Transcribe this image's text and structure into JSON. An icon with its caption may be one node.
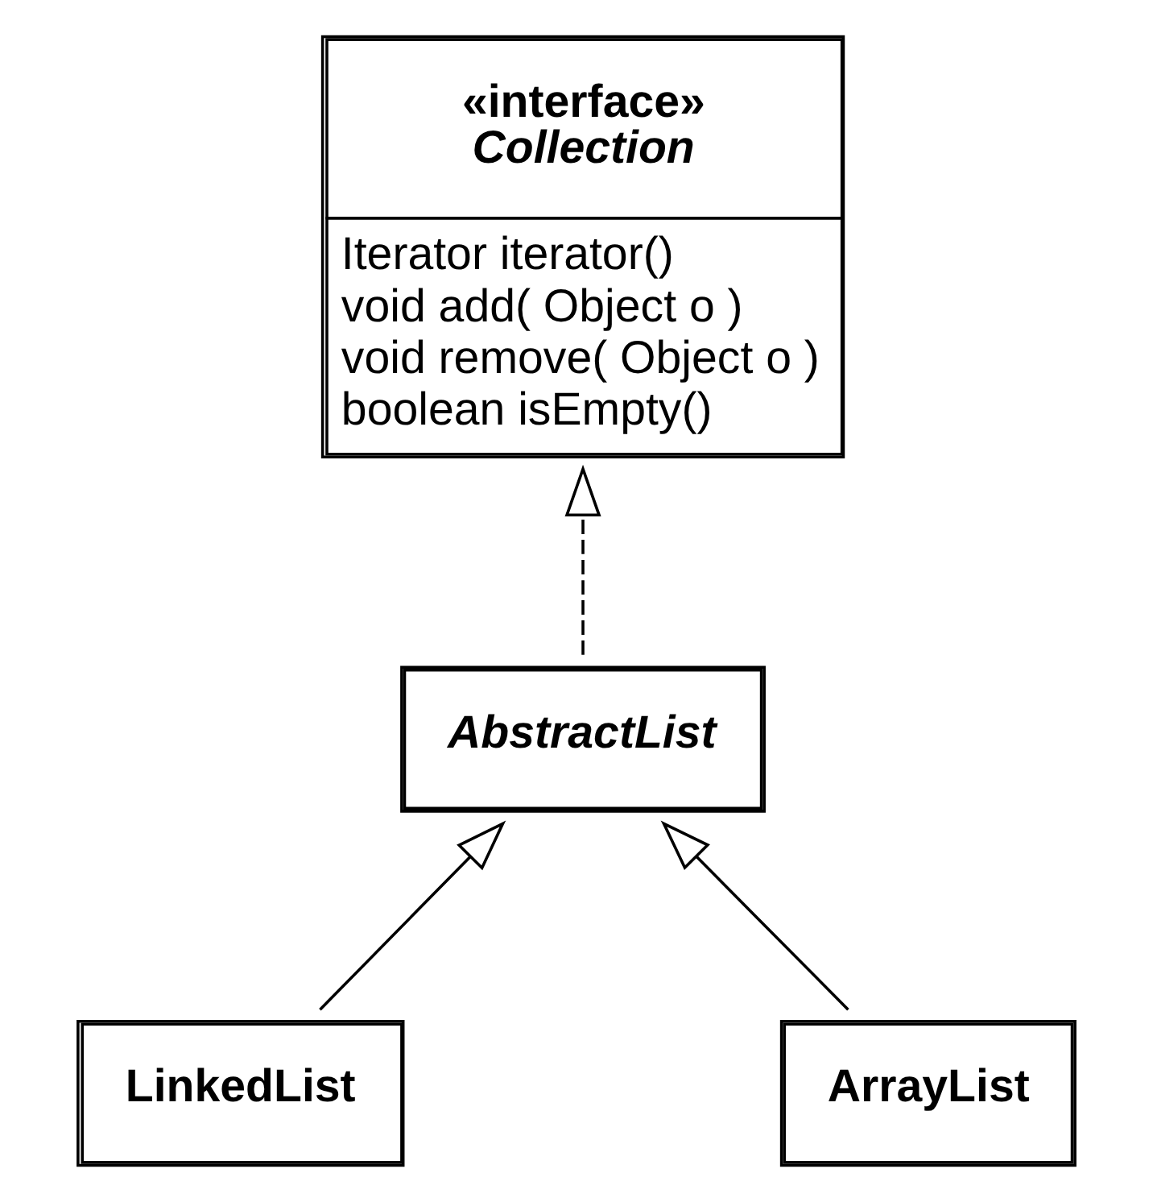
{
  "diagram": {
    "nodes": [
      {
        "text": [
          "«interface»",
          "Collection",
          "Iterator iterator()",
          "void add( Object o )",
          "void remove( Object o )",
          "boolean isEmpty()"
        ]
      },
      {
        "text": [
          "AbstractList"
        ]
      },
      {
        "text": [
          "LinkedList"
        ]
      },
      {
        "text": [
          "ArrayList"
        ]
      }
    ],
    "edges": [
      {
        "from": 1,
        "to": 0,
        "arrow": "to",
        "style": "dashed"
      },
      {
        "from": 2,
        "to": 1,
        "arrow": "to"
      },
      {
        "from": 3,
        "to": 1,
        "arrow": "to"
      }
    ]
  }
}
